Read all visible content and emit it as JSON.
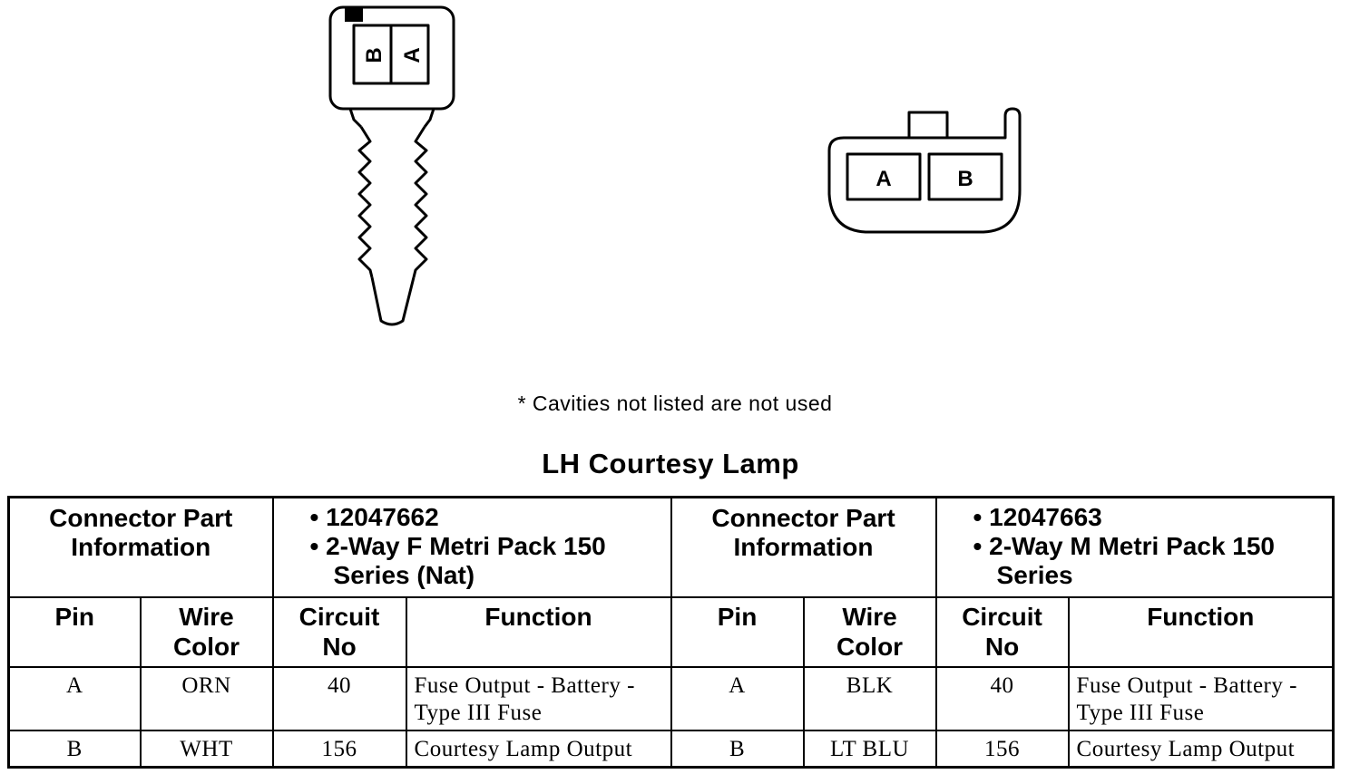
{
  "connector_female": {
    "cavity_labels": [
      "B",
      "A"
    ]
  },
  "connector_male": {
    "cavity_labels": [
      "A",
      "B"
    ]
  },
  "note": "* Cavities not listed are not used",
  "title": "LH Courtesy Lamp",
  "left": {
    "info_label": "Connector Part Information",
    "part_lines": [
      "• 12047662",
      "• 2-Way F Metri Pack 150 Series (Nat)"
    ],
    "headers": {
      "pin": "Pin",
      "wire_color": "Wire Color",
      "circuit_no": "Circuit No",
      "function": "Function"
    },
    "rows": [
      {
        "pin": "A",
        "wire_color": "ORN",
        "circuit_no": "40",
        "function": "Fuse Output - Battery - Type III Fuse"
      },
      {
        "pin": "B",
        "wire_color": "WHT",
        "circuit_no": "156",
        "function": "Courtesy Lamp Output"
      }
    ]
  },
  "right": {
    "info_label": "Connector Part Information",
    "part_lines": [
      "• 12047663",
      "• 2-Way M Metri Pack 150 Series"
    ],
    "headers": {
      "pin": "Pin",
      "wire_color": "Wire Color",
      "circuit_no": "Circuit No",
      "function": "Function"
    },
    "rows": [
      {
        "pin": "A",
        "wire_color": "BLK",
        "circuit_no": "40",
        "function": "Fuse Output - Battery - Type III Fuse"
      },
      {
        "pin": "B",
        "wire_color": "LT BLU",
        "circuit_no": "156",
        "function": "Courtesy Lamp Output"
      }
    ]
  }
}
